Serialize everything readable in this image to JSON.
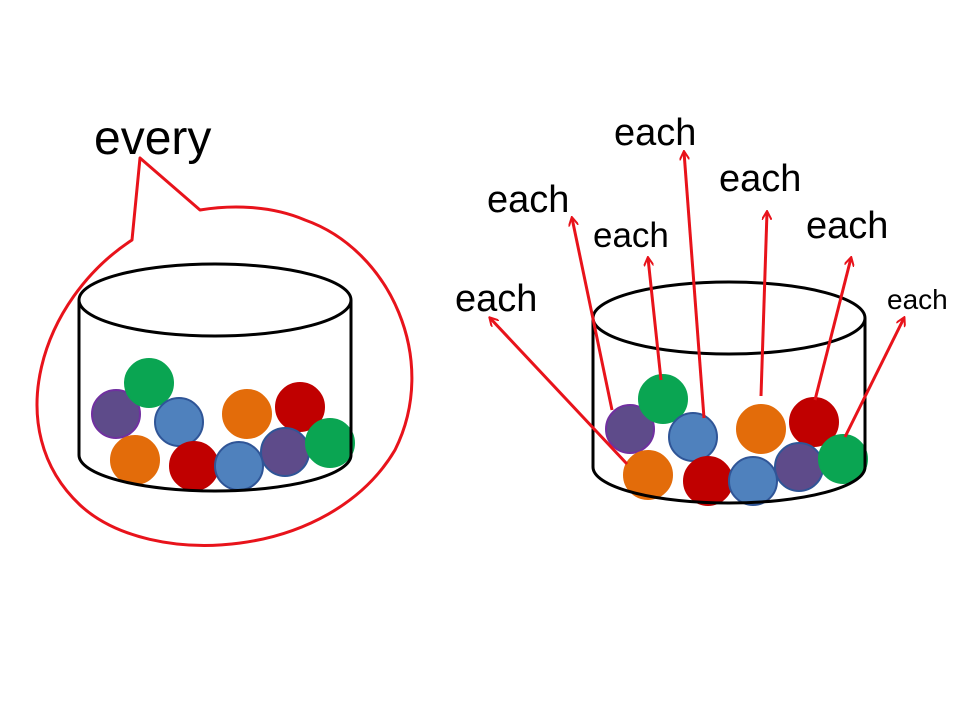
{
  "colors": {
    "background": "#ffffff",
    "outline": "#000000",
    "highlight": "#e8131b",
    "ball_purple": "#5e4b8a",
    "ball_green": "#0aa552",
    "ball_blue": "#4f81bd",
    "ball_orange": "#e36c0a",
    "ball_red": "#c00000"
  },
  "left_panel": {
    "word": "every"
  },
  "right_panel": {
    "labels": [
      "each",
      "each",
      "each",
      "each",
      "each",
      "each",
      "each"
    ]
  },
  "icons": {
    "container": "jar-icon",
    "item": "ball-icon",
    "pointer": "arrow-icon",
    "callout": "speech-bubble-icon"
  }
}
